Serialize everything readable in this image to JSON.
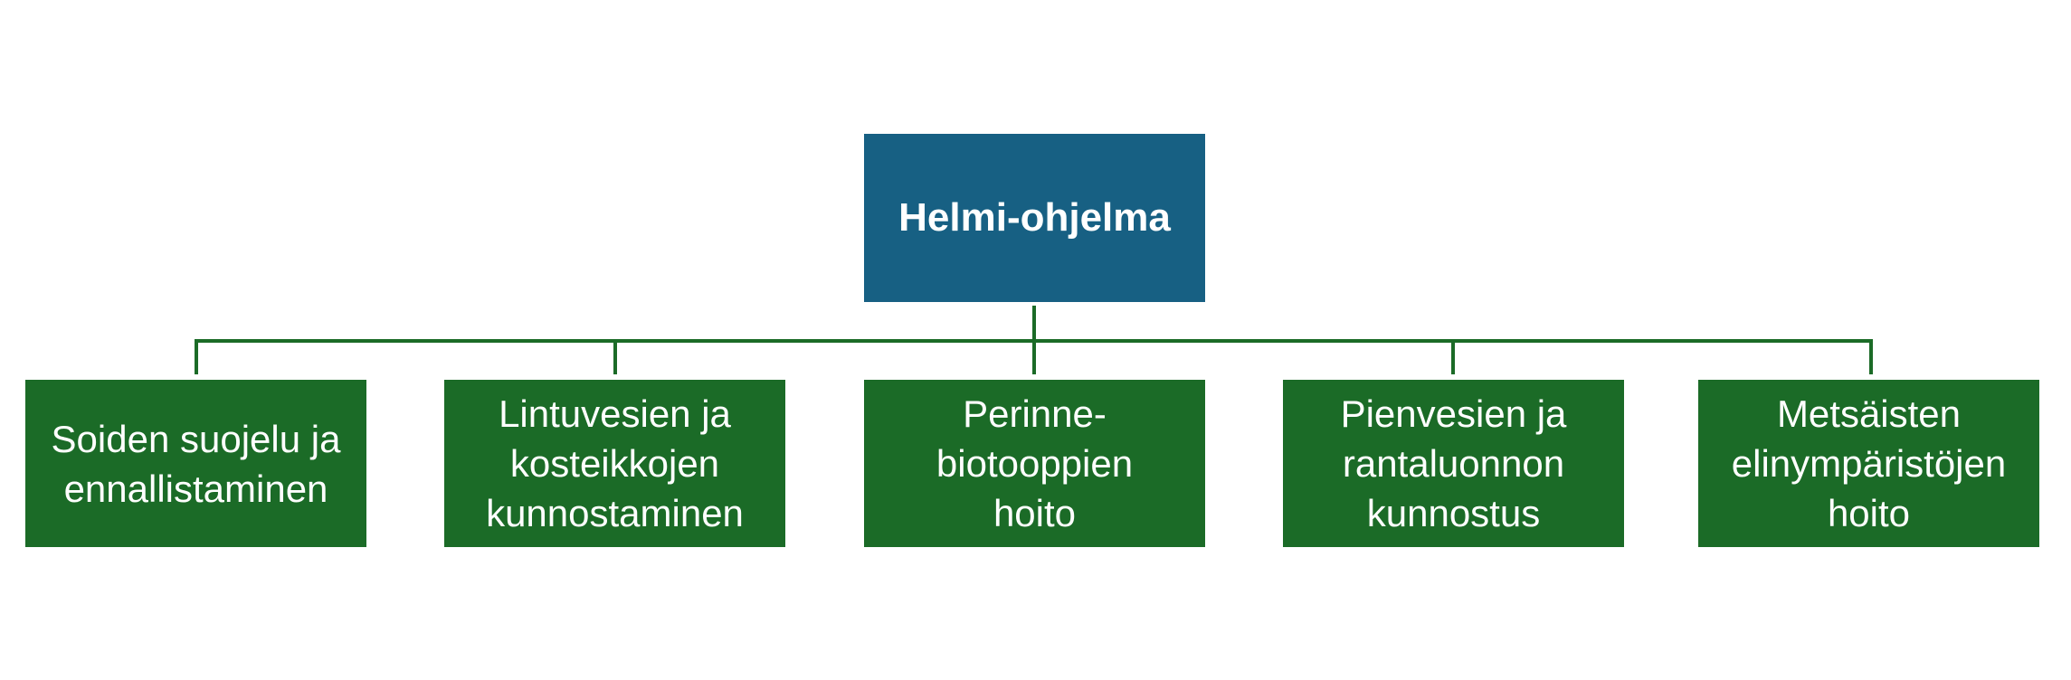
{
  "colors": {
    "root_fill": "#176083",
    "child_fill": "#1b6b27",
    "connector": "#1b6b27",
    "text": "#ffffff"
  },
  "root": {
    "label": "Helmi-ohjelma"
  },
  "children": [
    {
      "lines": [
        "Soiden suojelu ja",
        "ennallistaminen"
      ]
    },
    {
      "lines": [
        "Lintuvesien ja",
        "kosteikkojen",
        "kunnostaminen"
      ]
    },
    {
      "lines": [
        "Perinne-",
        "biotooppien",
        "hoito"
      ]
    },
    {
      "lines": [
        "Pienvesien ja",
        "rantaluonnon",
        "kunnostus"
      ]
    },
    {
      "lines": [
        "Metsäisten",
        "elinympäristöjen",
        "hoito"
      ]
    }
  ]
}
